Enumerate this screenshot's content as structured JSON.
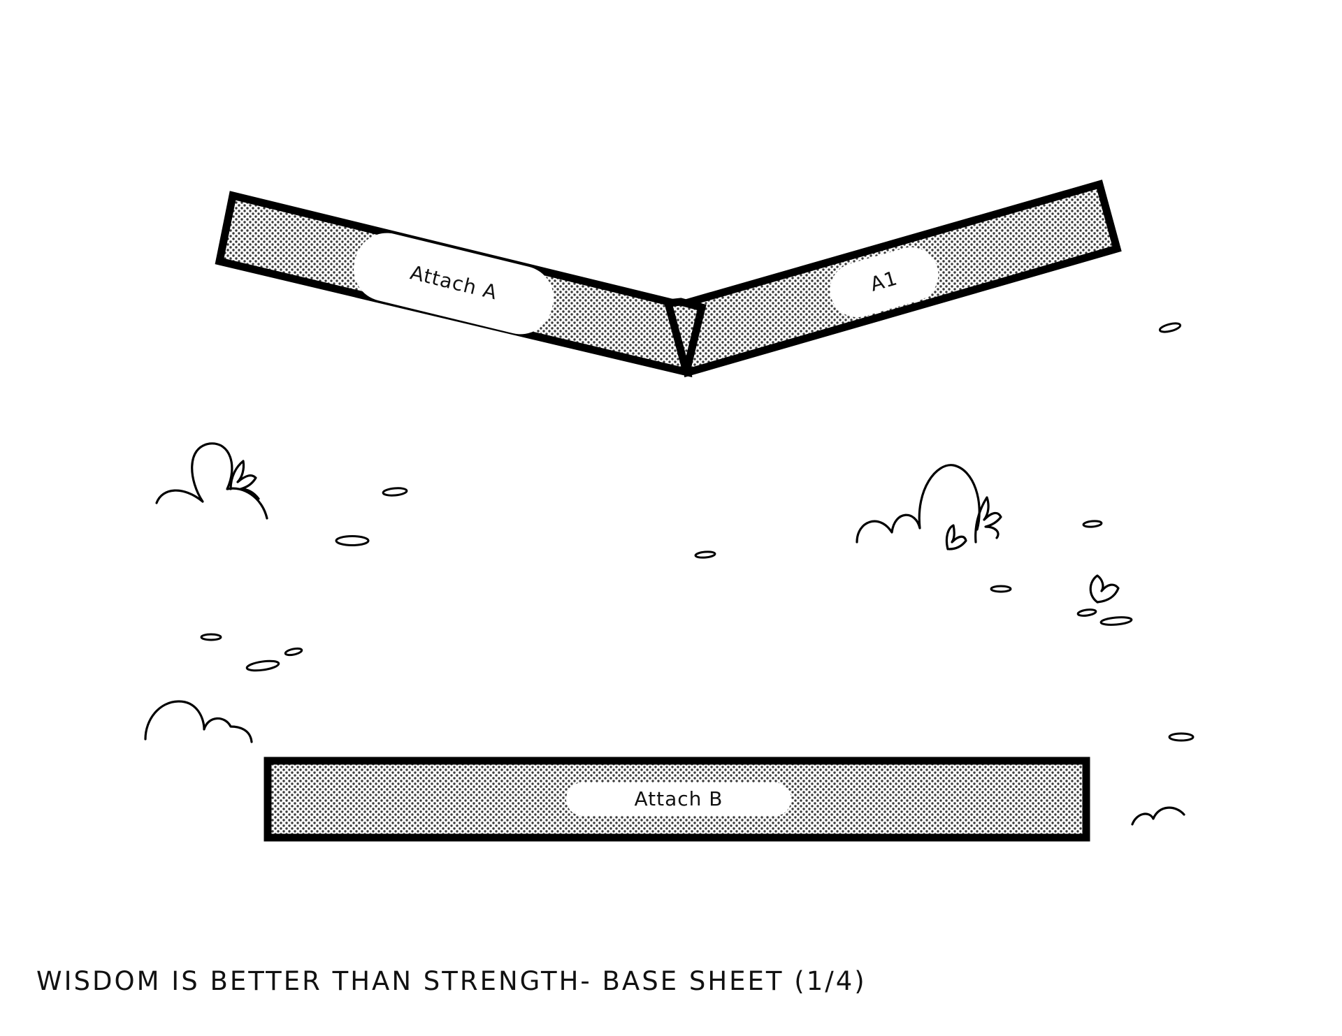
{
  "strips": {
    "attach_a": {
      "label": "Attach A"
    },
    "a1": {
      "label": "A1"
    },
    "attach_b": {
      "label": "Attach B"
    }
  },
  "caption": "WISDOM IS BETTER THAN STRENGTH- BASE SHEET (1/4)",
  "colors": {
    "ink": "#000000",
    "paper": "#ffffff",
    "halftone": "#555555"
  }
}
